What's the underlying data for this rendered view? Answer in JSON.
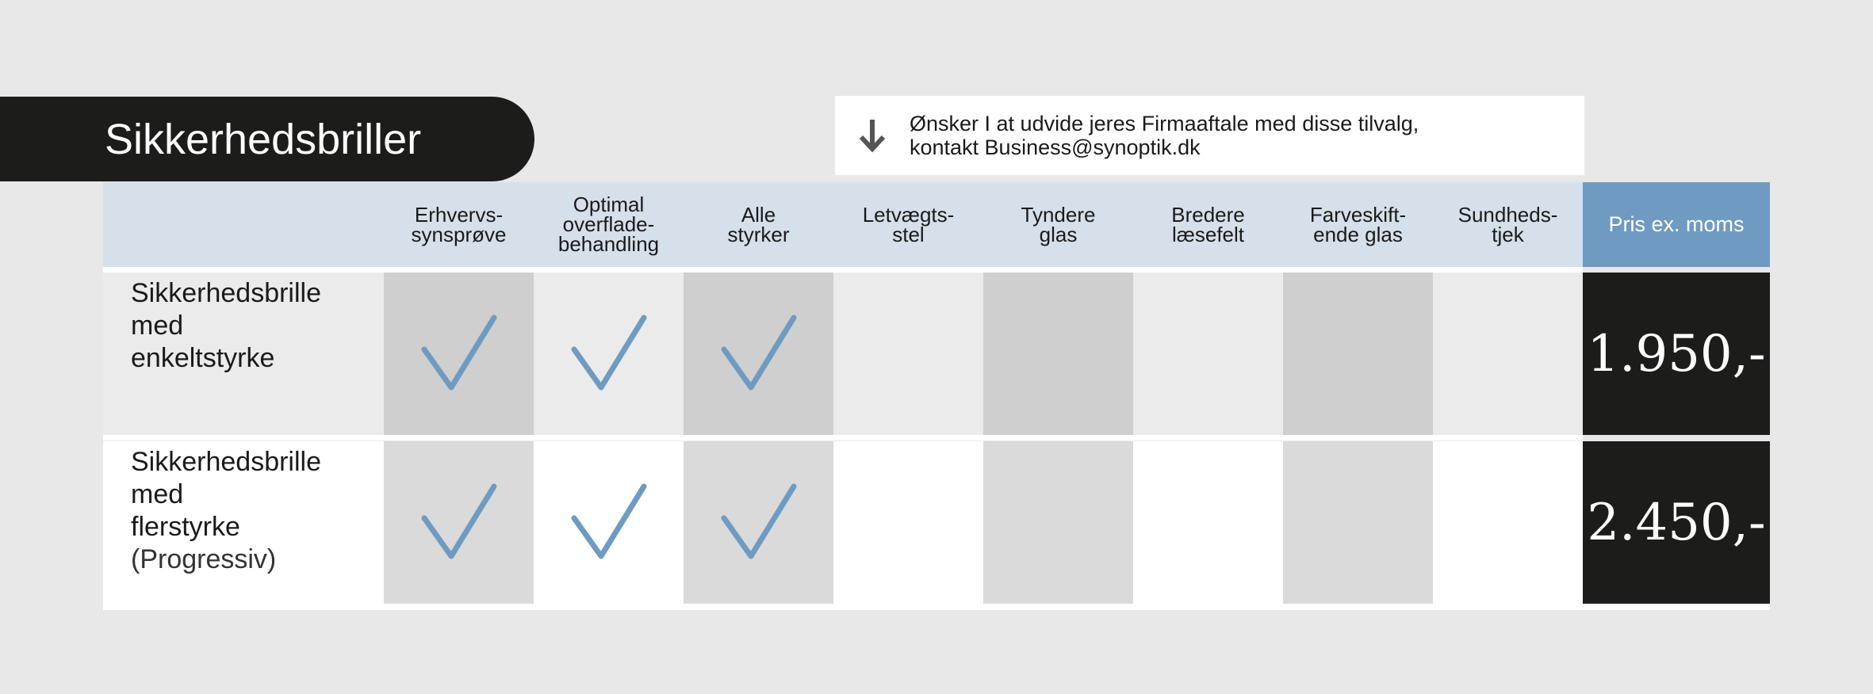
{
  "title": "Sikkerhedsbriller",
  "notice": {
    "icon": "arrow-down-icon",
    "line1": "Ønsker I at udvide jeres Firmaaftale med disse tilvalg,",
    "line2": "kontakt Business@synoptik.dk"
  },
  "columns": [
    {
      "line1": "Erhvervs-",
      "line2": "synsprøve"
    },
    {
      "line1": "Optimal",
      "line2": "overflade-",
      "line3": "behandling"
    },
    {
      "line1": "Alle",
      "line2": "styrker"
    },
    {
      "line1": "Letvægts-",
      "line2": "stel"
    },
    {
      "line1": "Tyndere",
      "line2": "glas"
    },
    {
      "line1": "Bredere",
      "line2": "læsefelt"
    },
    {
      "line1": "Farveskift-",
      "line2": "ende glas"
    },
    {
      "line1": "Sundheds-",
      "line2": "tjek"
    }
  ],
  "price_header": "Pris ex. moms",
  "rows": [
    {
      "line1": "Sikkerhedsbrille",
      "line2": "med",
      "line3": "enkeltstyrke",
      "line4": "",
      "checks": [
        true,
        true,
        true,
        false,
        false,
        false,
        false,
        false
      ],
      "price": "1.950,-"
    },
    {
      "line1": "Sikkerhedsbrille",
      "line2": "med",
      "line3": "flerstyrke",
      "line4": "(Progressiv)",
      "checks": [
        true,
        true,
        true,
        false,
        false,
        false,
        false,
        false
      ],
      "price": "2.450,-"
    }
  ],
  "colors": {
    "dark": "#1c1c1a",
    "header_bg": "#d6e0ea",
    "price_header_bg": "#6f9bc2",
    "check": "#6f9bc2"
  }
}
